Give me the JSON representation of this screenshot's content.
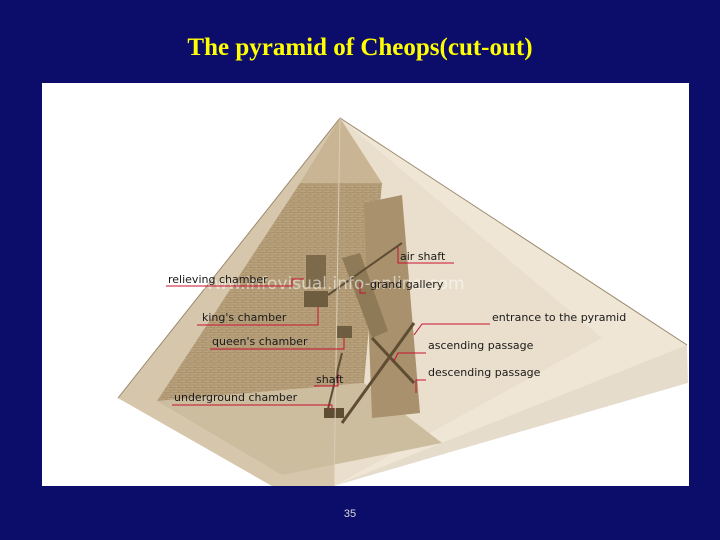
{
  "slide": {
    "title": "The pyramid of Cheops(cut-out)",
    "page_number": "35"
  },
  "figure": {
    "watermark": "www.infovisual.info-online.com",
    "labels": {
      "relieving_chamber": "relieving chamber",
      "air_shaft": "air shaft",
      "grand_gallery": "grand gallery",
      "kings_chamber": "king's chamber",
      "entrance": "entrance to the pyramid",
      "queens_chamber": "queen's chamber",
      "ascending_passage": "ascending passage",
      "shaft": "shaft",
      "descending_passage": "descending passage",
      "underground_chamber": "underground chamber"
    },
    "colors": {
      "label_line": "#c8102e",
      "stone": "#c9b593",
      "stone_dark": "#a8916c",
      "glass": "#efe6d6"
    }
  }
}
